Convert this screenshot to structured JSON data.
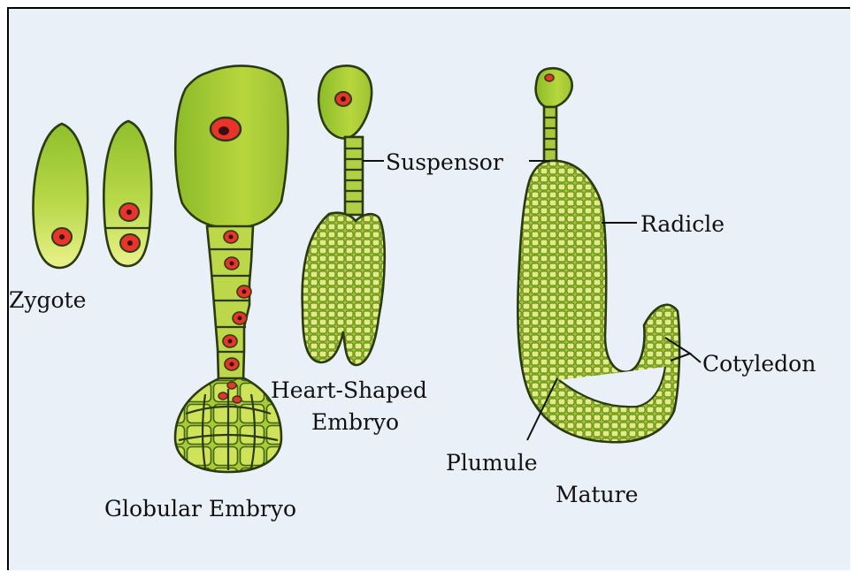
{
  "labels": {
    "zygote": "Zygote",
    "suspensor": "Suspensor",
    "radicle": "Radicle",
    "heart_line1": "Heart-Shaped",
    "heart_line2": "Embryo",
    "cotyledon": "Cotyledon",
    "plumule": "Plumule",
    "mature": "Mature",
    "globular": "Globular Embryo"
  },
  "colors": {
    "background": "#eaf0f7",
    "tissue_light": "#e4ee7a",
    "tissue_dark": "#7aa81c",
    "outline": "#2b3a10",
    "nucleus": "#e8342a"
  }
}
